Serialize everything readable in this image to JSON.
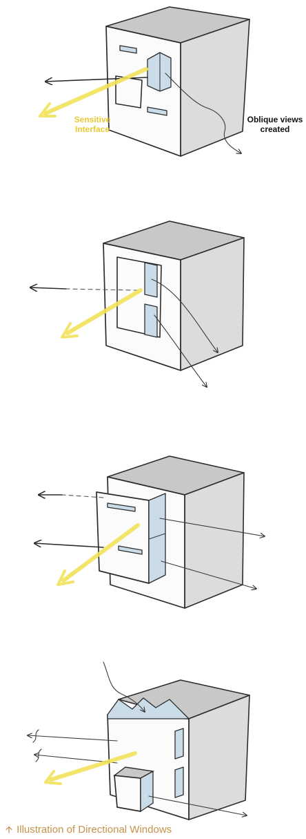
{
  "colors": {
    "sunlight": "#f2e15a",
    "label_text": "#e8c934",
    "glass": "#c9dce8",
    "wall_shade": "#dcdcdc",
    "roof_shade": "#c8c8c8",
    "caption_text": "#c6924a"
  },
  "annotations": {
    "sensitive_interface": "Sensitive\nInterface",
    "oblique_views": "Oblique views\ncreated"
  },
  "caption": {
    "icon": "arrow-up-icon",
    "text": "Illustration of Directional Windows"
  }
}
